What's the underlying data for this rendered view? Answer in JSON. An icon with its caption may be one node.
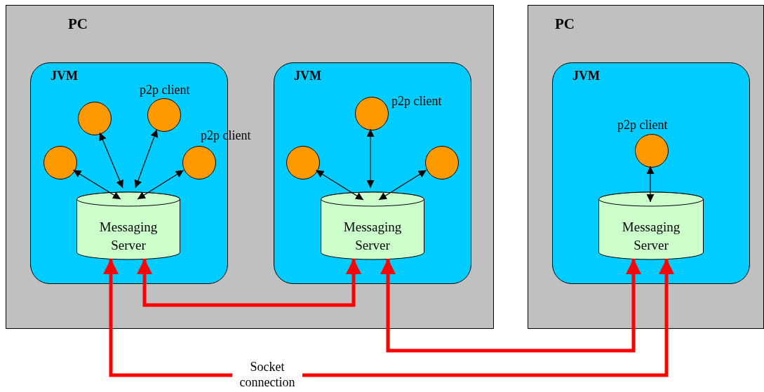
{
  "diagram": {
    "nodes": [
      {
        "text": [
          "PC"
        ]
      },
      {
        "text": [
          "JVM"
        ],
        "in": 0
      },
      {
        "text": [],
        "shape": "circle",
        "in": 1
      },
      {
        "text": [
          "p2p client"
        ],
        "in": 1
      },
      {
        "text": [],
        "shape": "circle",
        "in": 1
      },
      {
        "text": [
          "p2p client"
        ],
        "in": 1
      },
      {
        "text": [
          "Messaging Server"
        ],
        "in": 1
      },
      {
        "text": [
          "JVM"
        ],
        "in": 0
      },
      {
        "text": [
          "p2p client"
        ],
        "in": 7
      },
      {
        "text": [],
        "shape": "circle",
        "in": 7
      },
      {
        "text": [],
        "shape": "circle",
        "in": 7
      },
      {
        "text": [
          "Messaging Server"
        ],
        "in": 7
      },
      {
        "text": [
          "PC"
        ]
      },
      {
        "text": [
          "JVM"
        ],
        "in": 12
      },
      {
        "text": [
          "p2p client"
        ],
        "in": 13
      },
      {
        "text": [
          "Messaging Server"
        ],
        "in": 13
      }
    ],
    "edges": [
      {
        "from": 2,
        "to": 6,
        "arrow": "both"
      },
      {
        "from": 3,
        "to": 6,
        "arrow": "both"
      },
      {
        "from": 4,
        "to": 6,
        "arrow": "both"
      },
      {
        "from": 5,
        "to": 6,
        "arrow": "both"
      },
      {
        "from": 8,
        "to": 11,
        "arrow": "both"
      },
      {
        "from": 9,
        "to": 11,
        "arrow": "both"
      },
      {
        "from": 10,
        "to": 11,
        "arrow": "both"
      },
      {
        "from": 14,
        "to": 15,
        "arrow": "both"
      },
      {
        "from": 6,
        "to": 15,
        "arrow": "both",
        "label": "Socket connection",
        "style": "thick",
        "color": "#ff0000"
      },
      {
        "from": 6,
        "to": 11,
        "arrow": "both",
        "style": "thick",
        "color": "#ff0000"
      },
      {
        "from": 11,
        "to": 15,
        "arrow": "both",
        "style": "thick",
        "color": "#ff0000"
      }
    ]
  }
}
